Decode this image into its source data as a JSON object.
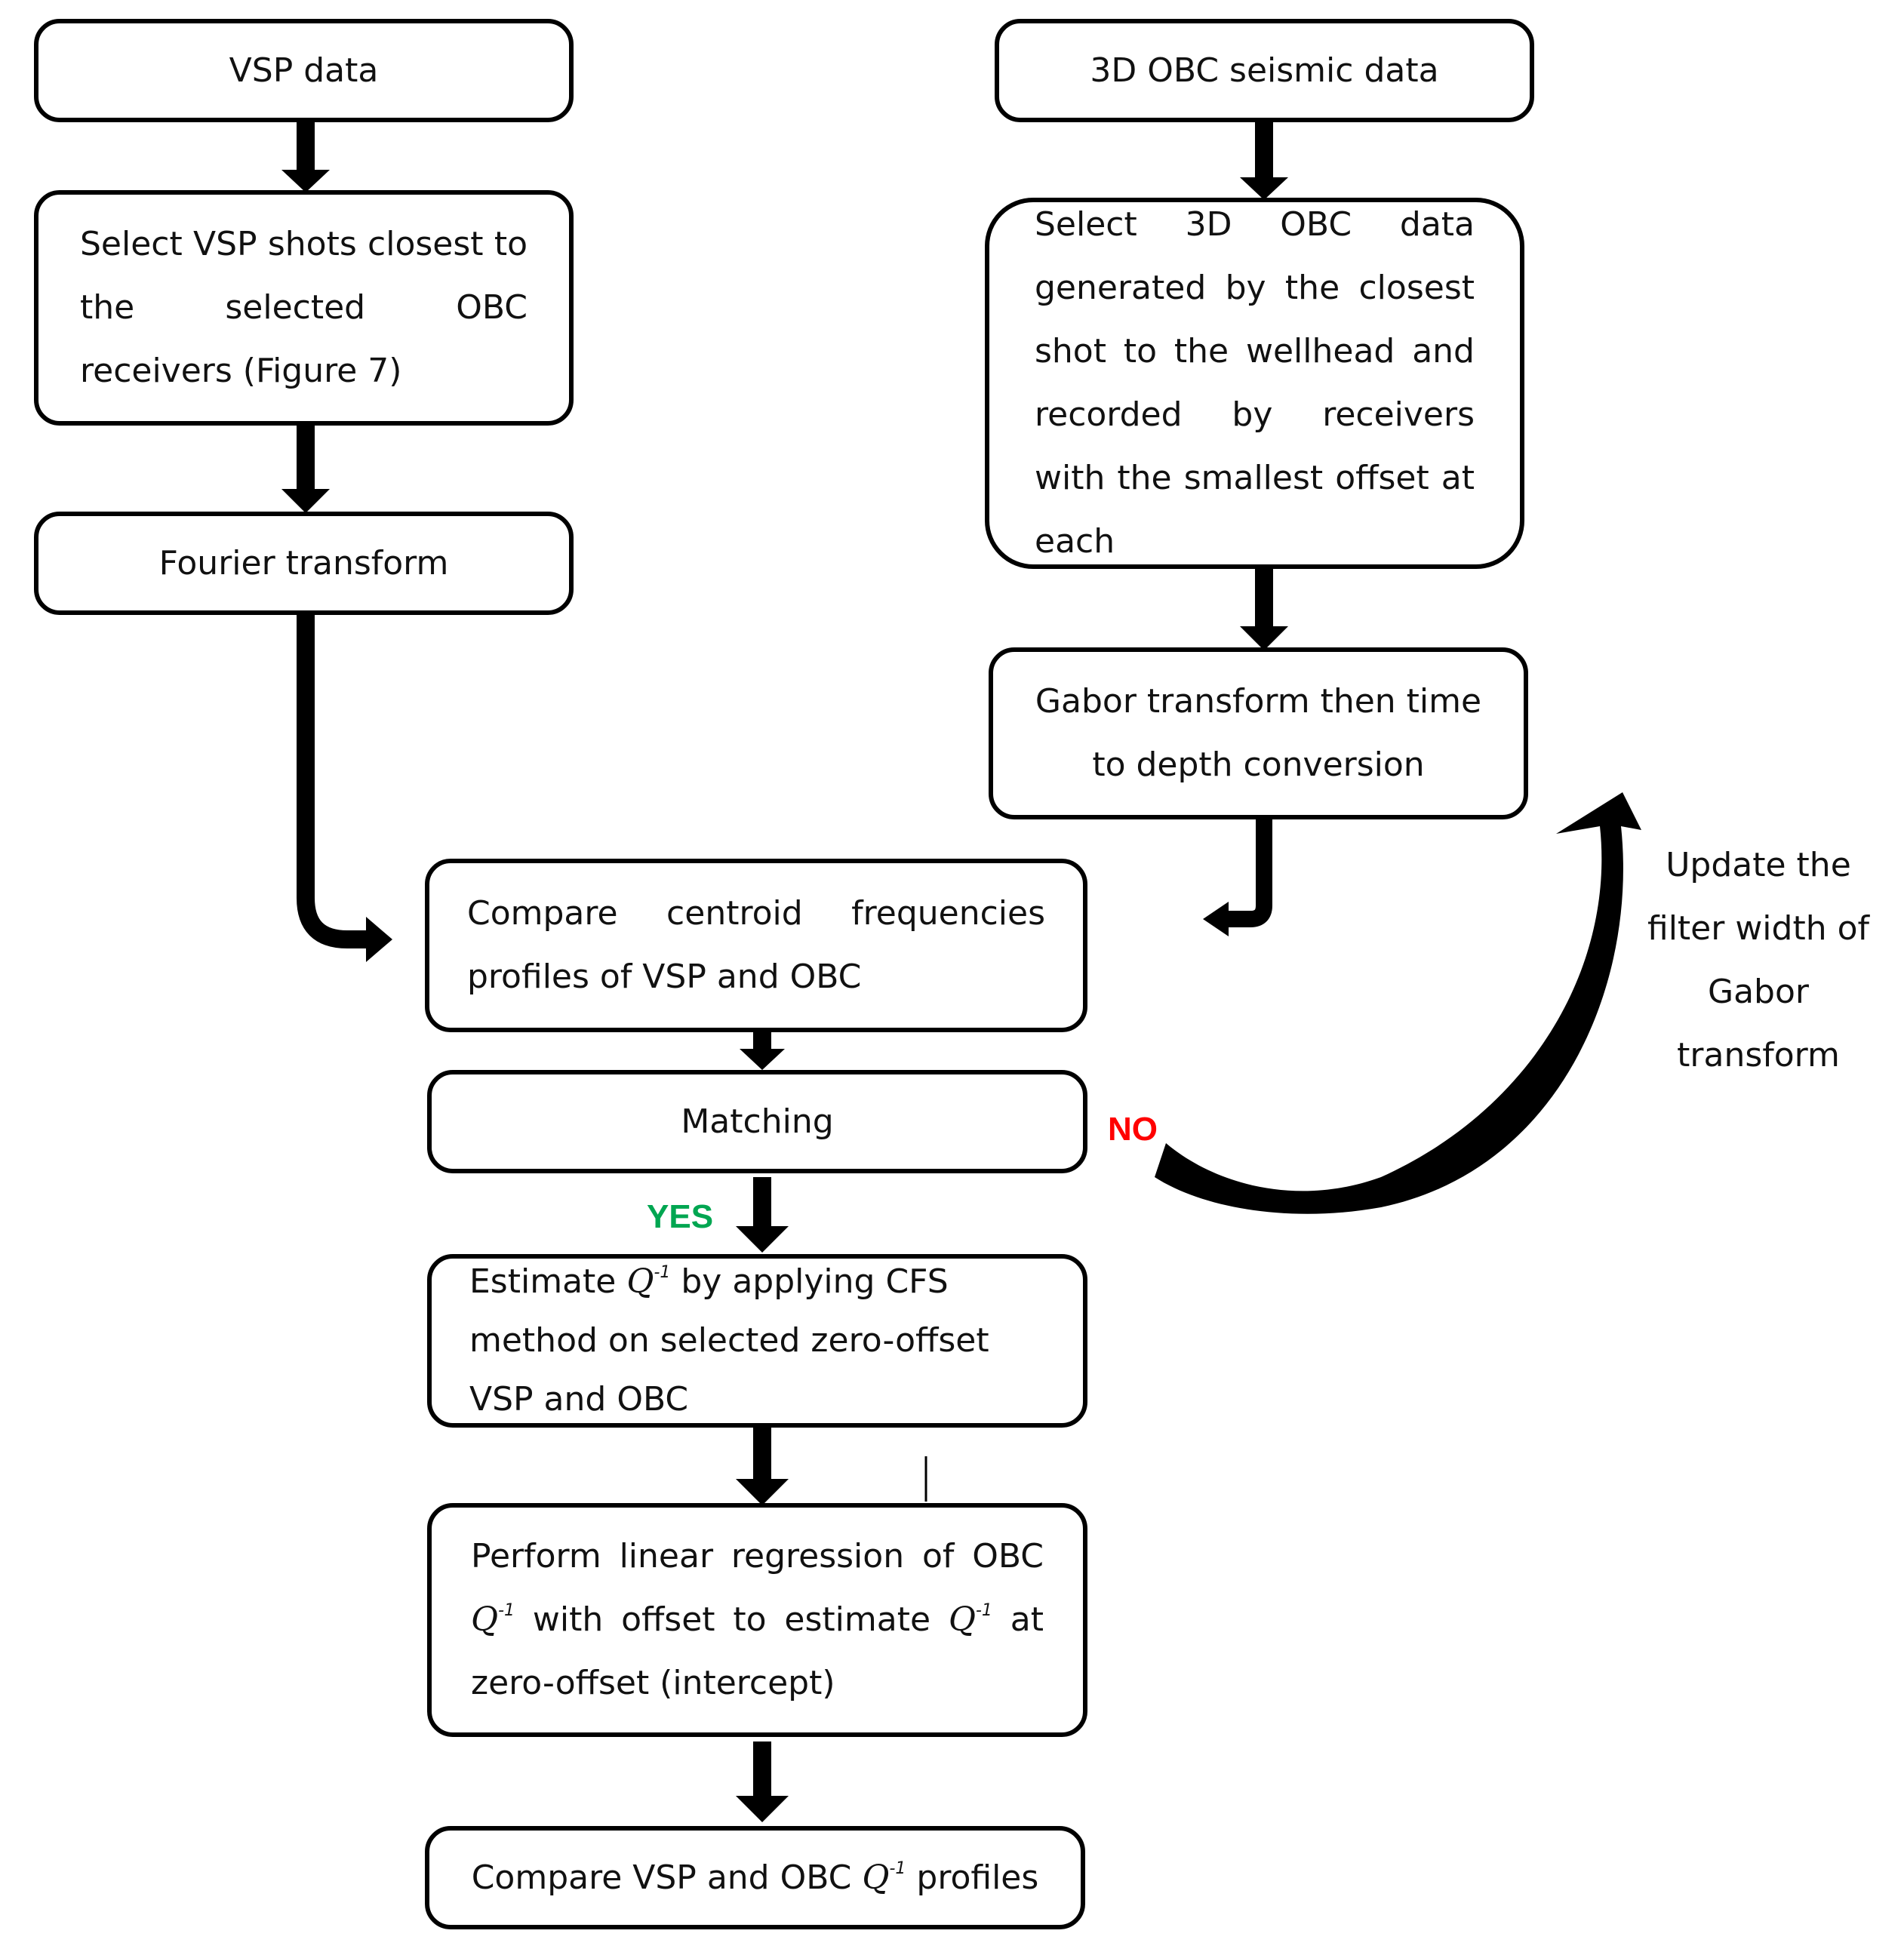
{
  "nodes": {
    "vsp_data": "VSP data",
    "select_vsp": "Select VSP shots closest to the selected OBC receivers (Figure 7)",
    "fourier": "Fourier transform",
    "obc_data": "3D OBC seismic data",
    "select_obc": "Select 3D OBC data generated by the closest shot to the wellhead and recorded by receivers with the smallest offset at each",
    "gabor": "Gabor transform then time to depth conversion",
    "compare_centroid": "Compare centroid frequencies profiles of VSP and OBC",
    "matching": "Matching",
    "estimate_pre": "Estimate",
    "estimate_q": "Q",
    "estimate_sup": "-1",
    "estimate_post": "by applying CFS method on selected zero-offset VSP and OBC",
    "regression_pre": "Perform linear regression of OBC",
    "regression_q1": "Q",
    "regression_sup1": "-1",
    "regression_mid": "with offset to estimate",
    "regression_q2": "Q",
    "regression_sup2": "-1",
    "regression_post": "at zero-offset (intercept)",
    "final_pre": "Compare VSP and OBC",
    "final_q": "Q",
    "final_sup": "-1",
    "final_post": "profiles"
  },
  "labels": {
    "no": "NO",
    "yes": "YES",
    "update": "Update the filter width of Gabor transform"
  },
  "colors": {
    "no": "#ff0000",
    "yes": "#00a651",
    "line": "#000000"
  }
}
